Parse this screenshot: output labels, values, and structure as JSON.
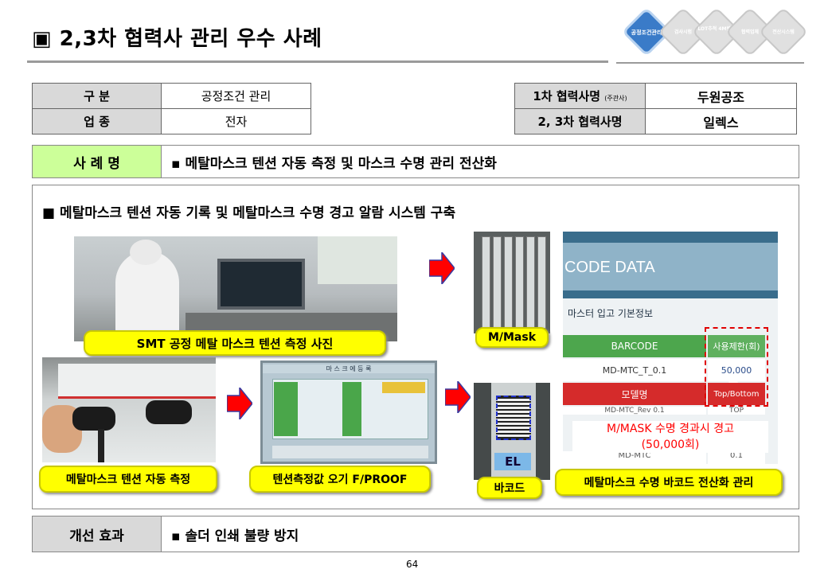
{
  "header": {
    "title": "▣ 2,3차 협력사 관리 우수 사례",
    "nav_items": [
      "공정조건관리",
      "검사시험",
      "LOT추적 4M변경",
      "협력업체",
      "전산시스템"
    ]
  },
  "info_left": {
    "row1_label": "구   분",
    "row1_value": "공정조건 관리",
    "row2_label": "업   종",
    "row2_value": "전자"
  },
  "info_right": {
    "row1_label": "1차 협력사명",
    "row1_label_small": "(주관사)",
    "row1_value": "두원공조",
    "row2_label": "2, 3차 협력사명",
    "row2_value": "일렉스"
  },
  "case": {
    "label": "사 례 명",
    "text": "▪ 메탈마스크 텐션 자동 측정 및 마스크 수명 관리 전산화"
  },
  "main": {
    "heading": "■ 메탈마스크 텐션 자동 기록 및 메탈마스크 수명 경고 알람 시스템  구축",
    "photo_labels": {
      "smt": "SMT 공정   메탈 마스크 텐션  측정 사진",
      "mmask": "M/Mask",
      "tension_auto": "메탈마스크 텐션 자동 측정",
      "fproof": "텐션측정값 오기 F/PROOF",
      "barcode": "바코드",
      "barcode_system": "메탈마스크 수명  바코드 전산화  관리"
    },
    "screen": {
      "code_data": "CODE DATA",
      "info_title": "마스터 입고 기본정보",
      "barcode_hdr": "BARCODE",
      "limit_hdr": "사용제한(회)",
      "barcode_val": "MD-MTC_T_0.1",
      "limit_val": "50,000",
      "model_hdr": "모델명",
      "model_val": "Top/Bottom",
      "rev_val": "MD-MTC_Rev 0.1",
      "top_val": "TOP",
      "md_val": "MD-MTC",
      "md_num": "0.1"
    },
    "fproof_screen": {
      "title": "마 스 크 에 등 록"
    },
    "el_tag": "EL",
    "warning_line1": "M/MASK 수명 경과시 경고",
    "warning_line2": "(50,000회)"
  },
  "effect": {
    "label": "개선 효과",
    "text": "▪ 솔더 인쇄 불량 방지"
  },
  "page_number": "64",
  "colors": {
    "green_cell": "#ccff99",
    "gray_cell": "#d9d9d9",
    "yellow_label": "#ffff00",
    "arrow_red": "#ff0000",
    "warning_red": "#ff0000",
    "nav_active": "#3a7bc8"
  }
}
